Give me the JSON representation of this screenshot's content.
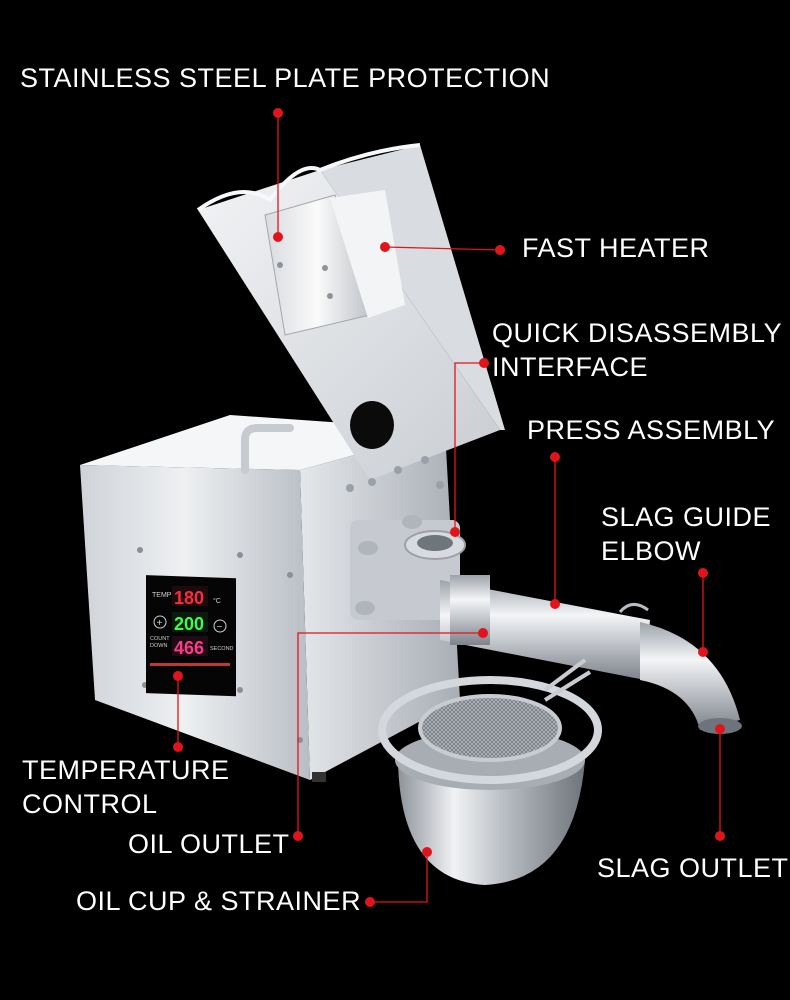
{
  "labels": {
    "stainless_steel_plate_protection": "STAINLESS STEEL PLATE PROTECTION",
    "fast_heater": "FAST HEATER",
    "quick_disassembly_line1": "QUICK DISASSEMBLY",
    "quick_disassembly_line2": "INTERFACE",
    "press_assembly": "PRESS ASSEMBLY",
    "slag_guide_line1": "SLAG GUIDE",
    "slag_guide_line2": "ELBOW",
    "temperature_line1": "TEMPERATURE",
    "temperature_line2": "CONTROL",
    "oil_outlet": "OIL OUTLET",
    "slag_outlet": "SLAG OUTLET",
    "oil_cup_strainer": "OIL CUP & STRAINER"
  },
  "control_panel": {
    "temp_label": "TEMP",
    "temp_value": "180",
    "temp_unit": "°C",
    "timer_value": "200",
    "count_label_line1": "COUNT",
    "count_label_line2": "DOWN",
    "countdown_value": "466",
    "second_label": "SECOND",
    "plus_symbol": "+",
    "minus_symbol": "−"
  },
  "colors": {
    "background": "#000000",
    "leader_red": "#e0151b",
    "label_text": "#ffffff",
    "display_red": "#ff2a3a",
    "display_green": "#3cff4a",
    "display_pink": "#ff3a8a"
  }
}
